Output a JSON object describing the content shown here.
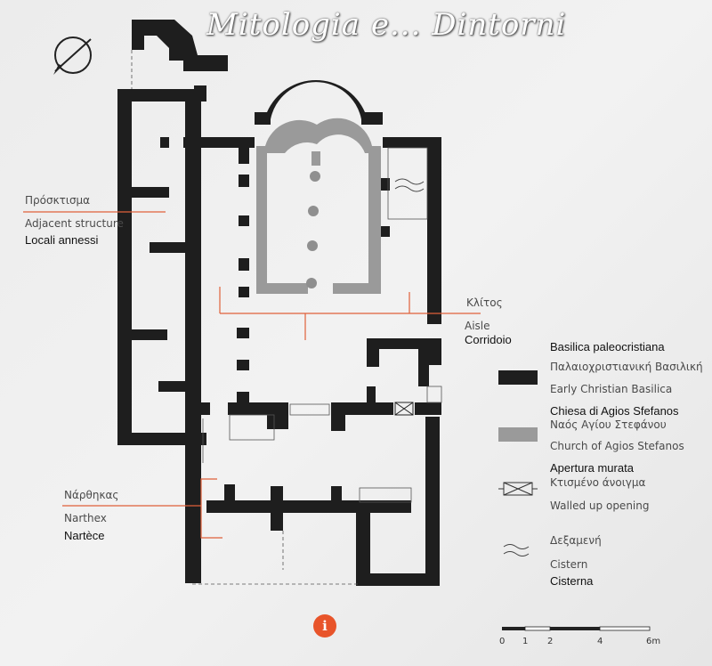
{
  "watermark": "Mitologia e... Dintorni",
  "labels": {
    "adjacent_gr": "Πρόσκτισμα",
    "adjacent_en": "Adjacent structure",
    "adjacent_it": "Locali annessi",
    "aisle_gr": "Κλίτος",
    "aisle_en": "Aisle",
    "aisle_it": "Corridoio",
    "narthex_gr": "Νάρθηκας",
    "narthex_en": "Narthex",
    "narthex_it": "Nartèce"
  },
  "legend": {
    "basilica_it": "Basilica paleocristiana",
    "basilica_gr": "Παλαιοχριστιανική Βασιλική",
    "basilica_en": "Early Christian Basilica",
    "church_it": "Chiesa di Agios Sfefanos",
    "church_gr": "Ναός Αγίου Στεφάνου",
    "church_en": "Church of Agios Stefanos",
    "walled_it": "Apertura murata",
    "walled_gr": "Κτισμένο άνοιγμα",
    "walled_en": "Walled up opening",
    "cistern_gr": "Δεξαμενή",
    "cistern_en": "Cistern",
    "cistern_it": "Cisterna"
  },
  "scale": [
    "0",
    "1",
    "2",
    "4",
    "6m"
  ],
  "info_icon": "i",
  "colors": {
    "wall": "#1e1e1e",
    "church": "#9a9a9a",
    "accent_line": "#e0603a",
    "info": "#e8542a"
  }
}
